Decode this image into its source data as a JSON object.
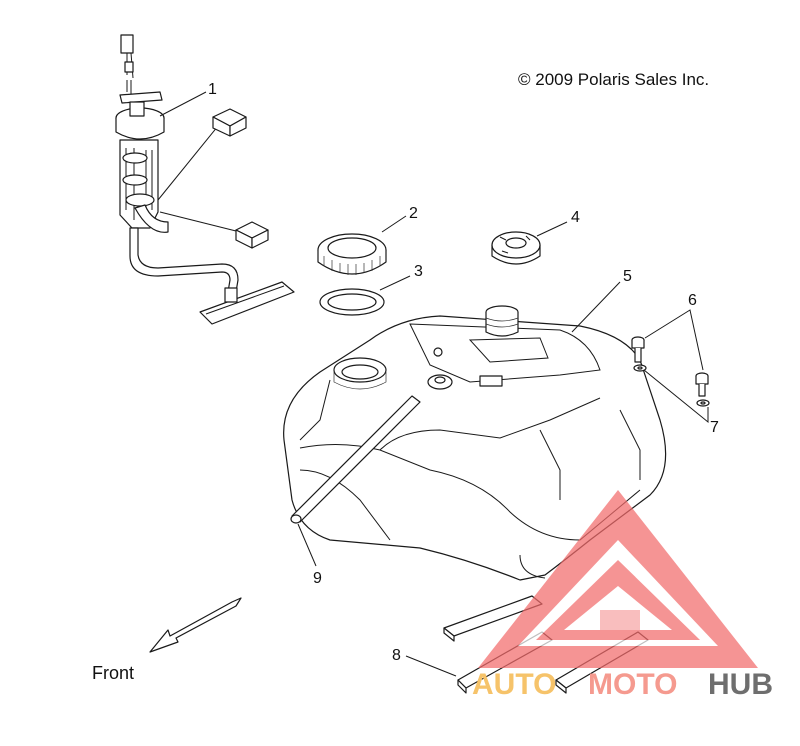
{
  "copyright": "© 2009 Polaris Sales Inc.",
  "front_label": "Front",
  "callouts": {
    "c1": "1",
    "c2": "2",
    "c3": "3",
    "c4": "4",
    "c5": "5",
    "c6": "6",
    "c7": "7",
    "c8": "8",
    "c9": "9"
  },
  "watermark": {
    "part1": "AUTO",
    "part2": "MOTO",
    "part3": "HUB",
    "color_triangle": "#f26b6b",
    "color_auto": "#f6c36a",
    "color_hub": "#6e6e6e"
  }
}
